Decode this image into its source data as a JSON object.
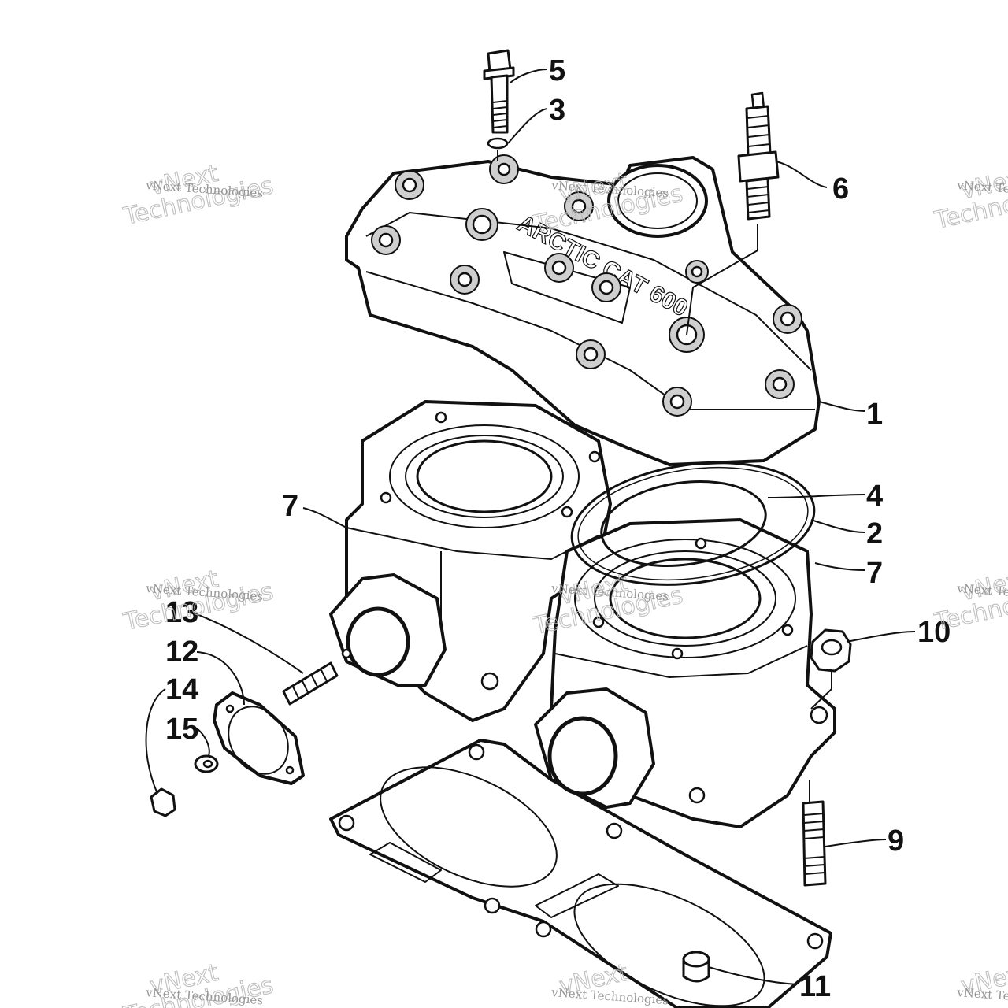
{
  "callouts": {
    "c1": "1",
    "c2": "2",
    "c3": "3",
    "c4": "4",
    "c5": "5",
    "c6": "6",
    "c7a": "7",
    "c7b": "7",
    "c9": "9",
    "c10": "10",
    "c11": "11",
    "c12": "12",
    "c13": "13",
    "c14": "14",
    "c15": "15"
  },
  "head_logo_text": "ARCTIC CAT 600",
  "watermark": {
    "line1": "vNext",
    "line2": "Technologies",
    "small": "vNext Technologies"
  }
}
